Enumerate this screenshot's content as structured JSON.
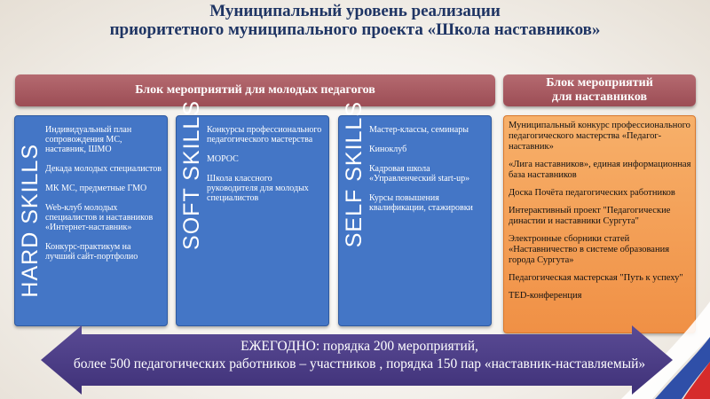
{
  "title": {
    "line1": "Муниципальный уровень реализации",
    "line2": "приоритетного муниципального проекта «Школа наставников»"
  },
  "blocks": {
    "young": "Блок мероприятий для молодых педагогов",
    "mentors_line1": "Блок  мероприятий",
    "mentors_line2": "для наставников"
  },
  "hard": {
    "label": "HARD SKILLS",
    "items": [
      "Индивидуальный план сопровождения МС, наставник, ШМО",
      "Декада молодых специалистов",
      "МК МС, предметные ГМО",
      "Web-клуб молодых специалистов и наставников «Интернет-наставник»",
      "Конкурс-практикум на лучший сайт-портфолио"
    ]
  },
  "soft": {
    "label": "SOFT SKILLS",
    "items": [
      "Конкурсы профессионального педагогического мастерства",
      "МОРОС",
      "Школа классного руководителя для молодых специалистов"
    ]
  },
  "self": {
    "label": "SELF SKILLS",
    "items": [
      "Мастер-классы, семинары",
      "Киноклуб",
      "Кадровая школа «Управленческий start-up»",
      "Курсы повышения квалификации, стажировки"
    ]
  },
  "mentors": {
    "items": [
      "Муниципальный конкурс профессионального педагогического мастерства «Педагог-наставник»",
      "«Лига наставников», единая информационная база наставников",
      "Доска Почёта педагогических работников",
      "Интерактивный проект \"Педагогические династии и наставники Сургута\"",
      "Электронные сборники статей «Наставничество в системе образования города Сургута»",
      "Педагогическая мастерская \"Путь к успеху\"",
      "TED-конференция"
    ]
  },
  "arrow": {
    "line1": "ЕЖЕГОДНО: порядка 200 мероприятий,",
    "line2": "более 500 педагогических работников – участников , порядка 150 пар «наставник-наставляемый»"
  },
  "colors": {
    "title": "#1f3564",
    "block_header": "#a95a61",
    "skills_box": "#4476c6",
    "mentor_box": "#f3a05a",
    "arrow": "#4e3f86"
  }
}
